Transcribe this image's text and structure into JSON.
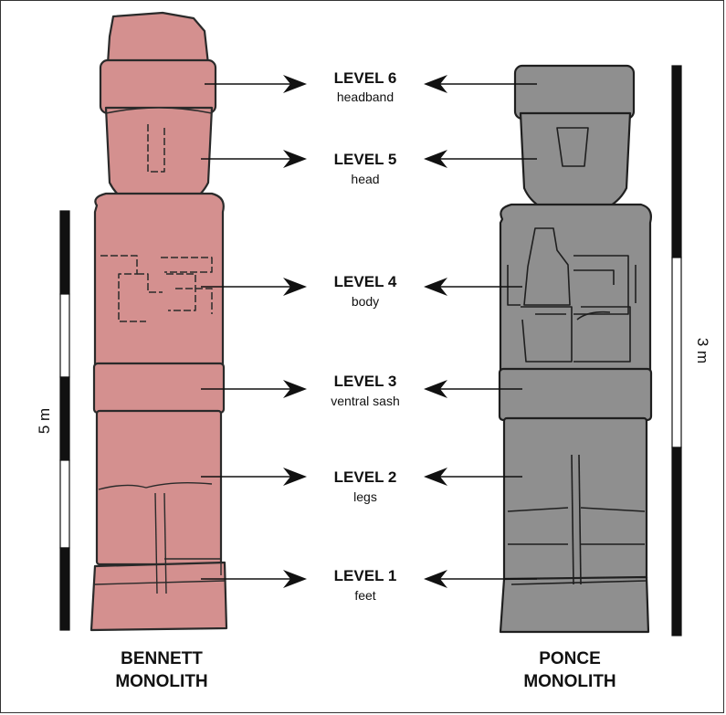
{
  "levels": [
    {
      "label": "LEVEL 6",
      "sub": "headband"
    },
    {
      "label": "LEVEL 5",
      "sub": "head"
    },
    {
      "label": "LEVEL 4",
      "sub": "body"
    },
    {
      "label": "LEVEL 3",
      "sub": "ventral sash"
    },
    {
      "label": "LEVEL 2",
      "sub": "legs"
    },
    {
      "label": "LEVEL 1",
      "sub": "feet"
    }
  ],
  "monoliths": {
    "bennett": {
      "line1": "BENNETT",
      "line2": "MONOLITH",
      "color": "#d4908f"
    },
    "ponce": {
      "line1": "PONCE",
      "line2": "MONOLITH",
      "color": "#8f8f8f"
    }
  },
  "scales": {
    "left": "5 m",
    "right": "3 m"
  }
}
